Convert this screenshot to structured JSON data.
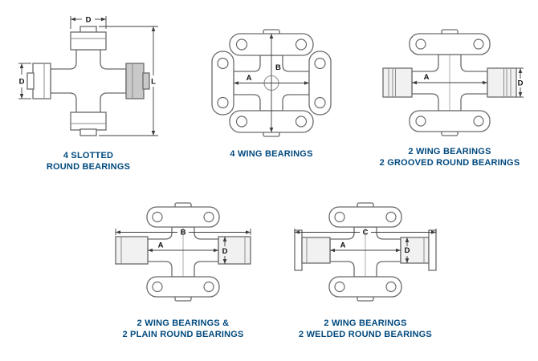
{
  "page": {
    "background": "#ffffff",
    "caption_color": "#00497e",
    "line_color": "#6a6a6a",
    "dim_color": "#3c3c3c"
  },
  "diagrams": {
    "slotted": {
      "caption1": "4 SLOTTED",
      "caption2": "ROUND BEARINGS",
      "dim_top": "D",
      "dim_side": "D",
      "dim_length": "L"
    },
    "four_wing": {
      "caption1": "4 WING BEARINGS",
      "dim_a": "A",
      "dim_b": "B"
    },
    "grooved": {
      "caption1": "2 WING BEARINGS",
      "caption2": "2 GROOVED ROUND BEARINGS",
      "dim_a": "A",
      "dim_d": "D"
    },
    "plain": {
      "caption1": "2 WING BEARINGS &",
      "caption2": "2 PLAIN ROUND BEARINGS",
      "dim_a": "A",
      "dim_b": "B",
      "dim_d": "D"
    },
    "welded": {
      "caption1": "2 WING BEARINGS",
      "caption2": "2 WELDED ROUND BEARINGS",
      "dim_a": "A",
      "dim_c": "C",
      "dim_d": "D"
    }
  }
}
